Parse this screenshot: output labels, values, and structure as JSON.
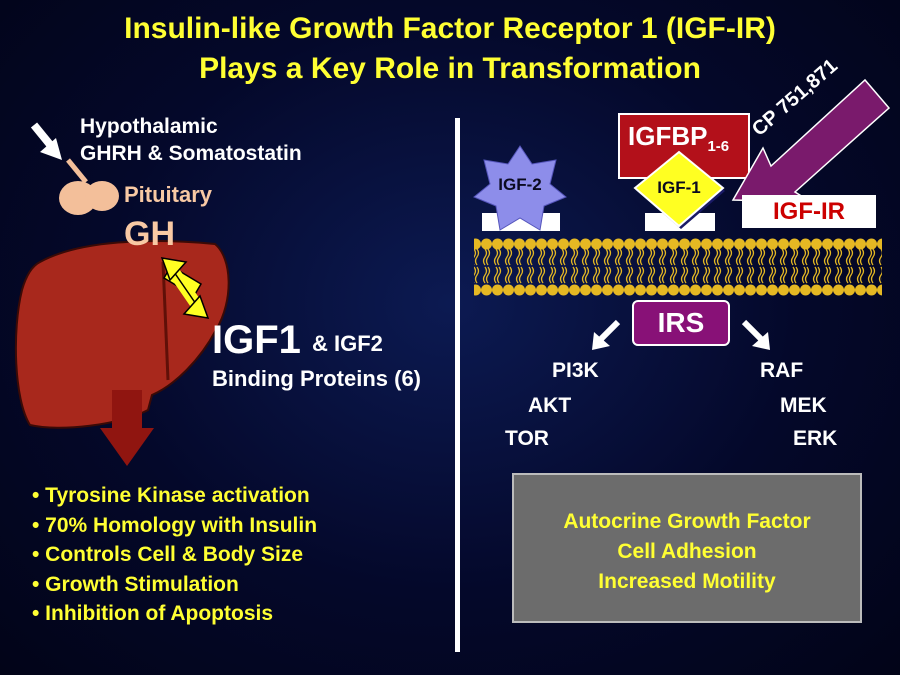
{
  "title": {
    "line1": "Insulin-like Growth Factor Receptor 1 (IGF-IR)",
    "line2": "Plays a Key Role in Transformation"
  },
  "left": {
    "hypothalamic_line1": "Hypothalamic",
    "hypothalamic_line2": "GHRH & Somatostatin",
    "pituitary": "Pituitary",
    "gh": "GH",
    "igf1": "IGF1",
    "igf2": "& IGF2",
    "binding_proteins": "Binding Proteins (6)",
    "bullets": [
      "• Tyrosine Kinase activation",
      "• 70% Homology with Insulin",
      "• Controls Cell & Body Size",
      "• Growth Stimulation",
      "• Inhibition of Apoptosis"
    ]
  },
  "right": {
    "igf2_label": "IGF-2",
    "igfbp": "IGFBP",
    "igfbp_sub": "1-6",
    "igf1_label": "IGF-1",
    "drug": "CP 751,871",
    "igfir": "IGF-IR",
    "irs": "IRS",
    "left_path": [
      "PI3K",
      "AKT",
      "TOR"
    ],
    "right_path": [
      "RAF",
      "MEK",
      "ERK"
    ],
    "effects": [
      "Autocrine Growth Factor",
      "Cell Adhesion",
      "Increased Motility"
    ]
  },
  "colors": {
    "title": "#ffff33",
    "liver": "#a8281c",
    "igfbp_box": "#b3101a",
    "irs_box": "#881177",
    "drug_arrow": "#7a1a6c",
    "igf2_star": "#8d8dea",
    "igf1_diamond": "#ffff22"
  }
}
